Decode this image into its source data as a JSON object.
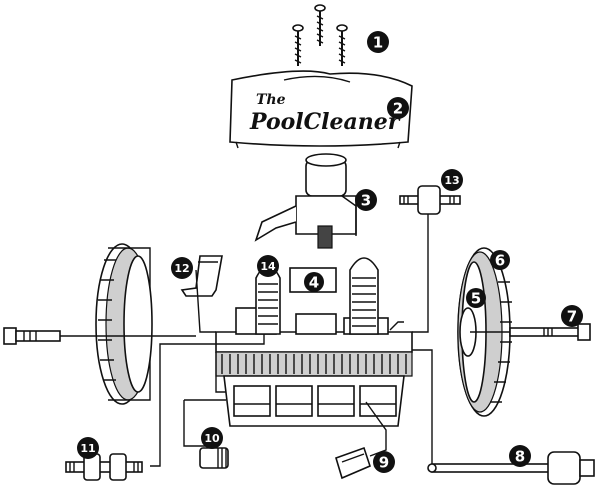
{
  "brand": {
    "line1": "The",
    "line2": "PoolCleaner"
  },
  "callouts": [
    {
      "label": "1"
    },
    {
      "label": "2"
    },
    {
      "label": "3"
    },
    {
      "label": "4"
    },
    {
      "label": "5"
    },
    {
      "label": "6"
    },
    {
      "label": "7"
    },
    {
      "label": "8"
    },
    {
      "label": "9"
    },
    {
      "label": "10"
    },
    {
      "label": "11"
    },
    {
      "label": "12"
    },
    {
      "label": "13"
    },
    {
      "label": "14"
    }
  ],
  "colors": {
    "ink": "#111111",
    "paper": "#ffffff",
    "shade": "#cfcfcf"
  }
}
